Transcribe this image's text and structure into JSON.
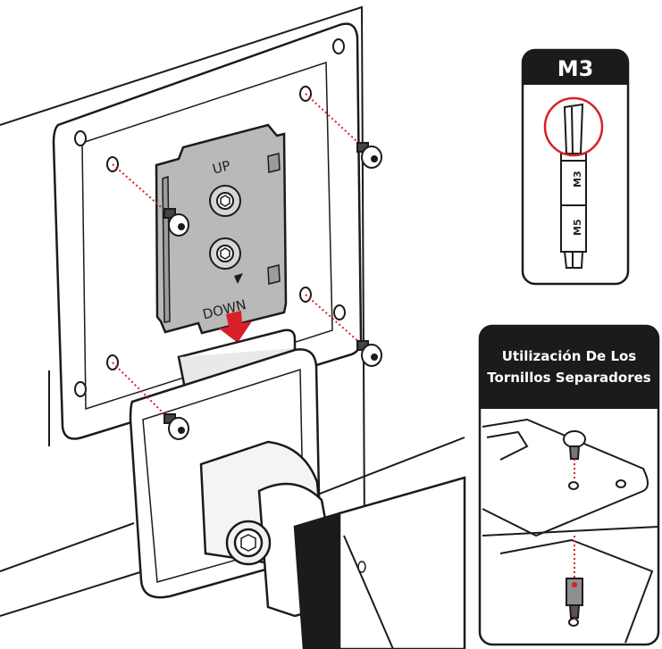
{
  "plate": {
    "up_label": "UP",
    "down_label": "DOWN"
  },
  "bit_card": {
    "title": "M3",
    "mark_top": "M3",
    "mark_bottom": "M5"
  },
  "spacer_card": {
    "title_line1": "Utilización De Los",
    "title_line2": "Tornillos Separadores"
  },
  "colors": {
    "accent_red": "#d8202a",
    "dark": "#1b1b1b",
    "plate_gray": "#b9b9b9"
  }
}
